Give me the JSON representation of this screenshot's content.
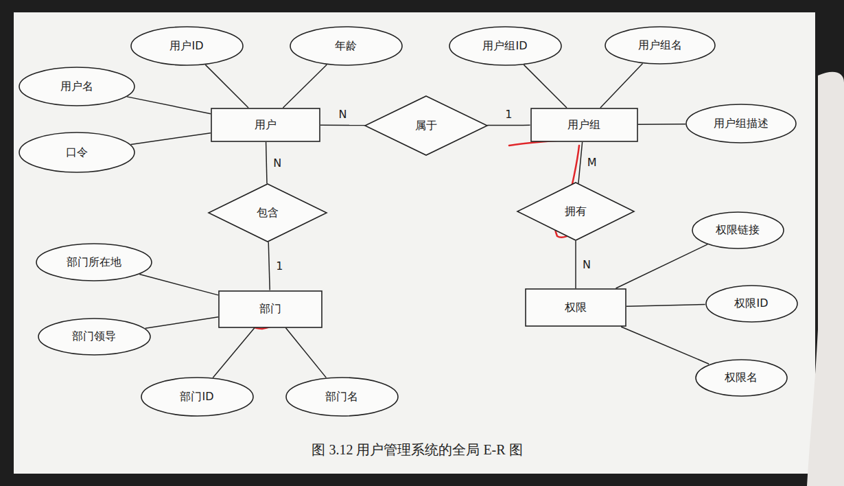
{
  "diagram": {
    "caption": "图 3.12  用户管理系统的全局 E-R 图",
    "nodes": [
      {
        "text": [
          "用户ID"
        ]
      },
      {
        "text": [
          "年龄"
        ]
      },
      {
        "text": [
          "用户组ID"
        ]
      },
      {
        "text": [
          "用户组名"
        ]
      },
      {
        "text": [
          "用户名"
        ]
      },
      {
        "text": [
          "用户"
        ]
      },
      {
        "text": [
          "属于"
        ]
      },
      {
        "text": [
          "用户组"
        ]
      },
      {
        "text": [
          "用户组描述"
        ]
      },
      {
        "text": [
          "口令"
        ]
      },
      {
        "text": [
          "包含"
        ]
      },
      {
        "text": [
          "拥有"
        ]
      },
      {
        "text": [
          "权限链接"
        ]
      },
      {
        "text": [
          "部门所在地"
        ]
      },
      {
        "text": [
          "部门"
        ]
      },
      {
        "text": [
          "权限"
        ]
      },
      {
        "text": [
          "权限ID"
        ]
      },
      {
        "text": [
          "部门领导"
        ]
      },
      {
        "text": [
          "权限名"
        ]
      },
      {
        "text": [
          "部门ID"
        ]
      },
      {
        "text": [
          "部门名"
        ]
      }
    ],
    "edges": [
      {
        "from": 0,
        "to": 5,
        "arrow": "none"
      },
      {
        "from": 1,
        "to": 5,
        "arrow": "none"
      },
      {
        "from": 4,
        "to": 5,
        "arrow": "none"
      },
      {
        "from": 9,
        "to": 5,
        "arrow": "none"
      },
      {
        "from": 5,
        "to": 6,
        "arrow": "none",
        "label": "N"
      },
      {
        "from": 6,
        "to": 7,
        "arrow": "none",
        "label": "1"
      },
      {
        "from": 2,
        "to": 7,
        "arrow": "none"
      },
      {
        "from": 3,
        "to": 7,
        "arrow": "none"
      },
      {
        "from": 8,
        "to": 7,
        "arrow": "none"
      },
      {
        "from": 5,
        "to": 10,
        "arrow": "none",
        "label": "N"
      },
      {
        "from": 10,
        "to": 14,
        "arrow": "none",
        "label": "1"
      },
      {
        "from": 7,
        "to": 11,
        "arrow": "none",
        "label": "M"
      },
      {
        "from": 11,
        "to": 15,
        "arrow": "none",
        "label": "N"
      },
      {
        "from": 13,
        "to": 14,
        "arrow": "none"
      },
      {
        "from": 17,
        "to": 14,
        "arrow": "none"
      },
      {
        "from": 19,
        "to": 14,
        "arrow": "none"
      },
      {
        "from": 20,
        "to": 14,
        "arrow": "none"
      },
      {
        "from": 12,
        "to": 15,
        "arrow": "none"
      },
      {
        "from": 16,
        "to": 15,
        "arrow": "none"
      },
      {
        "from": 18,
        "to": 15,
        "arrow": "none"
      }
    ]
  }
}
